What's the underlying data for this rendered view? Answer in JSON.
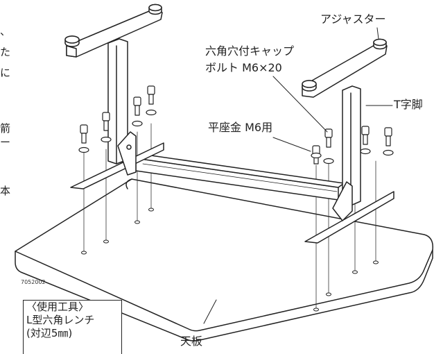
{
  "labels": {
    "adjuster": "アジャスター",
    "cap_bolt_line1": "六角穴付キャップ",
    "cap_bolt_line2": "ボルト M6×20",
    "t_leg": "T字脚",
    "washer": "平座金 M6用",
    "tabletop": "天板",
    "figure_code": "7052002"
  },
  "tool_box": {
    "line1": "〈使用工具〉",
    "line2": "L型六角レンチ",
    "line3": "(対辺5㎜)"
  },
  "cropped_side_text": [
    "、",
    "た",
    "に",
    "箭",
    "ー",
    "本"
  ],
  "colors": {
    "line": "#222222",
    "fill": "#ffffff",
    "shade": "#dcdcdc"
  }
}
